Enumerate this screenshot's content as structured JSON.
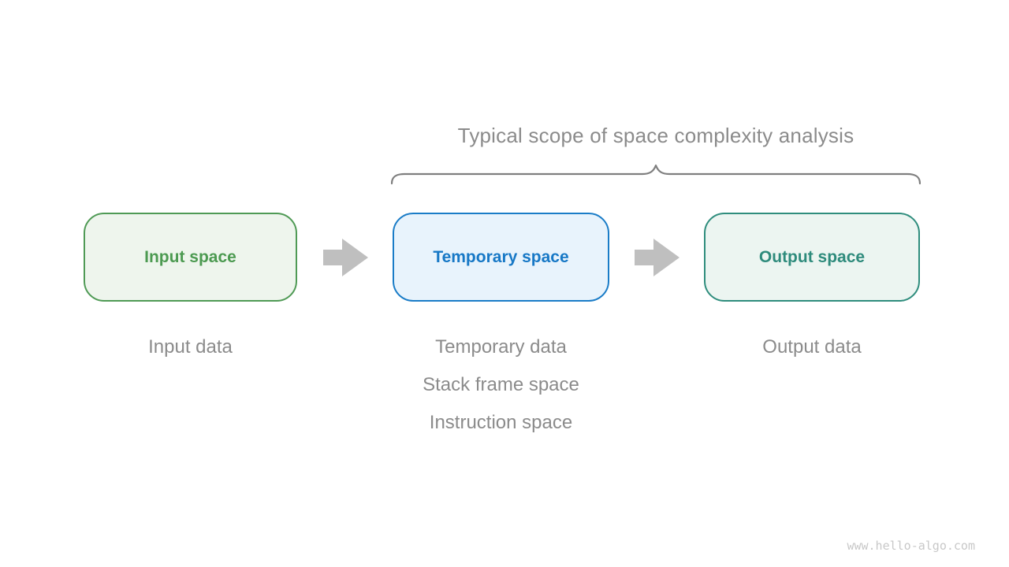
{
  "title": {
    "label": "Typical scope of space complexity analysis"
  },
  "diagram": {
    "boxes": [
      {
        "id": "input-space",
        "label": "Input space"
      },
      {
        "id": "temporary-space",
        "label": "Temporary space"
      },
      {
        "id": "output-space",
        "label": "Output space"
      }
    ],
    "captions": {
      "input": [
        "Input data"
      ],
      "temporary": [
        "Temporary data",
        "Stack frame space",
        "Instruction space"
      ],
      "output": [
        "Output data"
      ]
    }
  },
  "watermark": {
    "label": "www.hello-algo.com"
  },
  "colors": {
    "input_fill": "#eef5ed",
    "input_border": "#4f9a55",
    "input_text": "#4c9a51",
    "temporary_fill": "#e8f3fc",
    "temporary_border": "#1a7cc7",
    "temporary_text": "#1778c6",
    "output_fill": "#ecf5f1",
    "output_border": "#2f8d7d",
    "output_text": "#2e8b7c",
    "arrow": "#bfbfbf",
    "brace": "#7f7f7f",
    "caption_text": "#8b8b8b",
    "watermark_text": "#c8c8c8"
  }
}
